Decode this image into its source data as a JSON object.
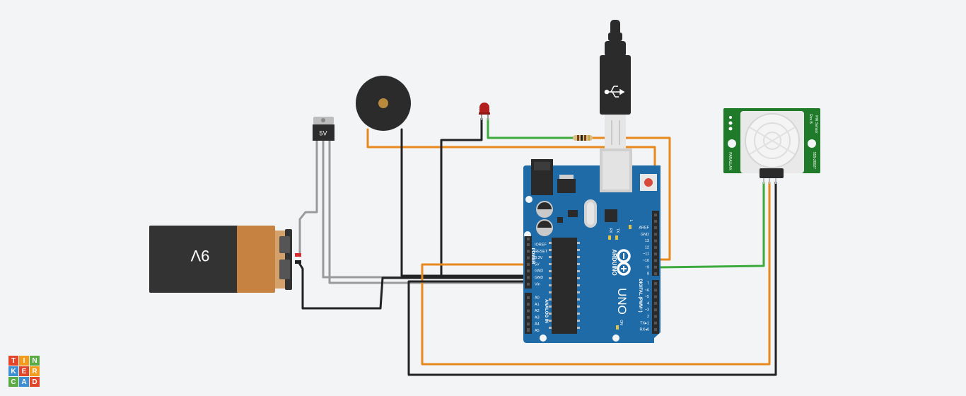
{
  "battery": {
    "label": "9V"
  },
  "regulator": {
    "label": "5V"
  },
  "arduino": {
    "logo_text": "ARDUINO",
    "model": "UNO",
    "power_header": "POWER",
    "analog_header": "ANALOG IN",
    "digital_header": "DIGITAL (PWM~)",
    "on_label": "ON",
    "tx_led": "TX",
    "rx_led": "RX",
    "l_led": "L",
    "power_pins": [
      "IOREF",
      "RESET",
      "3.3V",
      "5V",
      "GND",
      "GND",
      "Vin"
    ],
    "analog_pins": [
      "A0",
      "A1",
      "A2",
      "A3",
      "A4",
      "A5"
    ],
    "digital_pins_top": [
      "AREF",
      "GND",
      "13",
      "12",
      "~11",
      "~10",
      "~9",
      "8"
    ],
    "digital_pins_bottom": [
      "7",
      "~6",
      "~5",
      "4",
      "~3",
      "2",
      "TX▸1",
      "RX◂0"
    ]
  },
  "pir": {
    "title": "PIR Sensor",
    "rev": "Rev B",
    "part": "555-28027",
    "brand": "PARALLAX"
  },
  "logo": {
    "letters": [
      "T",
      "I",
      "N",
      "K",
      "E",
      "R",
      "C",
      "A",
      "D"
    ]
  },
  "colors": {
    "wire_orange": "#e8891d",
    "wire_black": "#222222",
    "wire_green": "#3daa3d",
    "wire_gray": "#9a9a9a",
    "board_blue": "#1f6ba8",
    "pir_green": "#1f7a2a",
    "logo_red": "#e1452a",
    "logo_orange": "#f29b1d",
    "logo_green": "#5aab46",
    "logo_blue": "#3d8fd1"
  }
}
